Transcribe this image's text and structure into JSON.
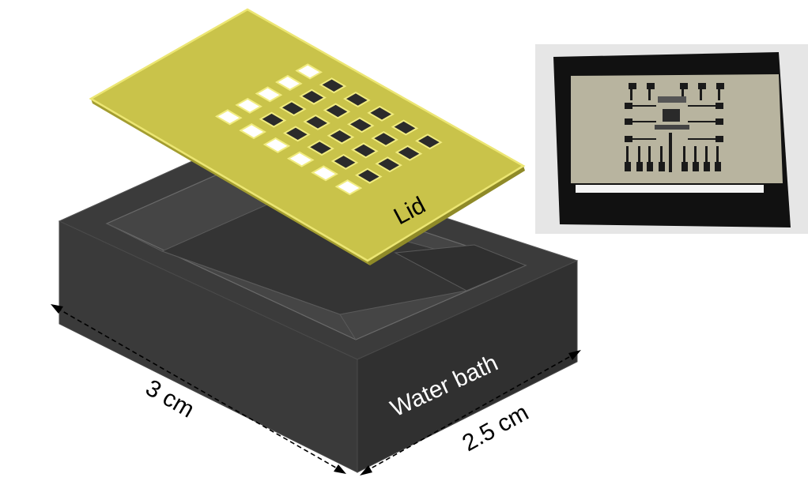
{
  "labels": {
    "lid": "Lid",
    "water_bath": "Water bath",
    "width_dim": "3 cm",
    "depth_dim": "2.5 cm"
  },
  "colors": {
    "lid_fill": "#c9c34a",
    "lid_edge": "#e8e26a",
    "lid_side": "#a9a332",
    "box_top": "#3d3d3d",
    "box_front": "#363636",
    "box_right": "#2e2e2e",
    "box_inner": "#333333",
    "background": "#ffffff"
  },
  "photo": {
    "description_icon": "photo-of-device"
  }
}
